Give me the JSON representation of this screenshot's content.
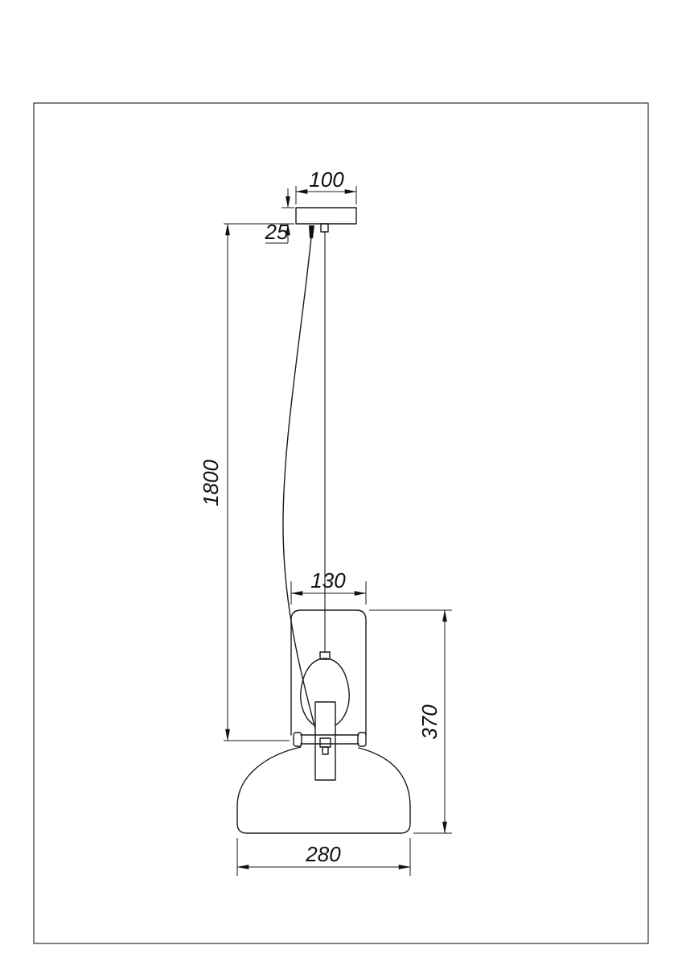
{
  "drawing": {
    "subject": "pendant-lamp-dimension-drawing",
    "line_color": "#1a1a1a",
    "background": "#ffffff",
    "dims": {
      "canopy_width": "100",
      "canopy_height": "25",
      "suspension_drop": "1800",
      "upper_shade_width": "130",
      "fixture_height": "370",
      "shade_diameter": "280"
    }
  }
}
